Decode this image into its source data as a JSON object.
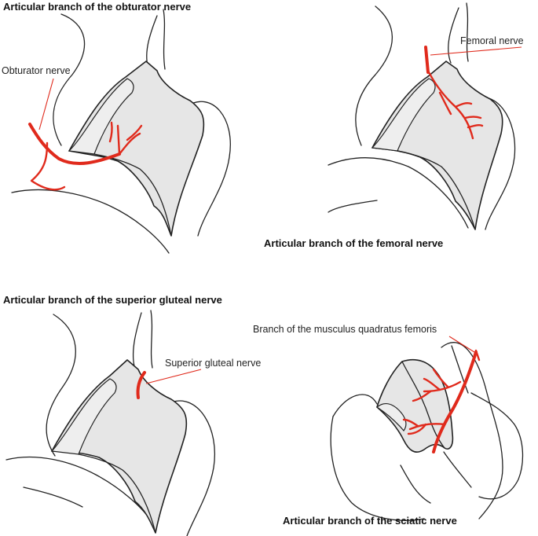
{
  "panels": {
    "obturator": {
      "title": "Articular branch of the obturator nerve",
      "label": "Obturator nerve"
    },
    "femoral": {
      "title": "Articular branch of the femoral nerve",
      "label": "Femoral nerve"
    },
    "superior_gluteal": {
      "title": "Articular branch of the superior gluteal nerve",
      "label": "Superior gluteal nerve"
    },
    "sciatic": {
      "title": "Articular branch of the sciatic nerve",
      "label": "Branch of the musculus quadratus femoris"
    }
  },
  "colors": {
    "nerve": "#e02a1c",
    "bone_fill": "#e6e6e6",
    "outline": "#222222"
  }
}
